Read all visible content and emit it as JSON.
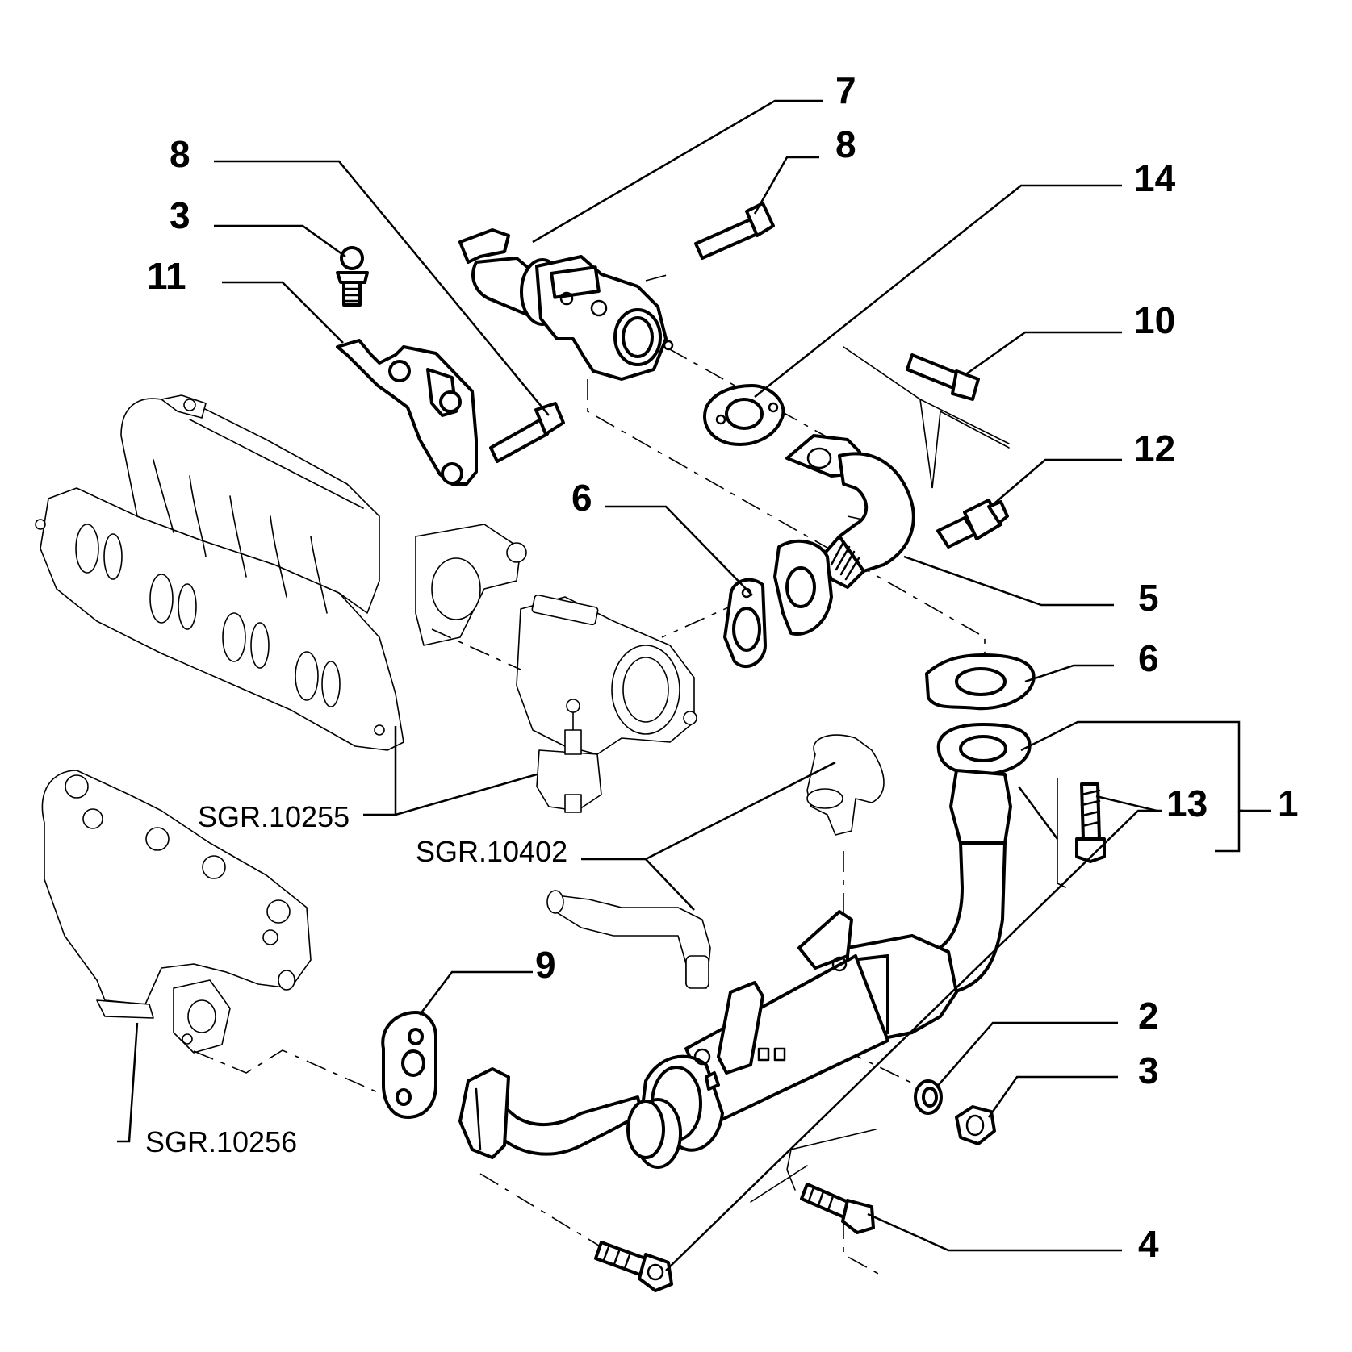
{
  "callouts": {
    "c7": "7",
    "c8_top": "8",
    "c8_left": "8",
    "c3_top": "3",
    "c11": "11",
    "c14": "14",
    "c10": "10",
    "c12": "12",
    "c6_left": "6",
    "c5": "5",
    "c6_right": "6",
    "c13": "13",
    "c1": "1",
    "c9": "9",
    "c2": "2",
    "c3_bottom": "3",
    "c4": "4"
  },
  "references": {
    "sgr_10255": "SGR.10255",
    "sgr_10402": "SGR.10402",
    "sgr_10256": "SGR.10256"
  }
}
